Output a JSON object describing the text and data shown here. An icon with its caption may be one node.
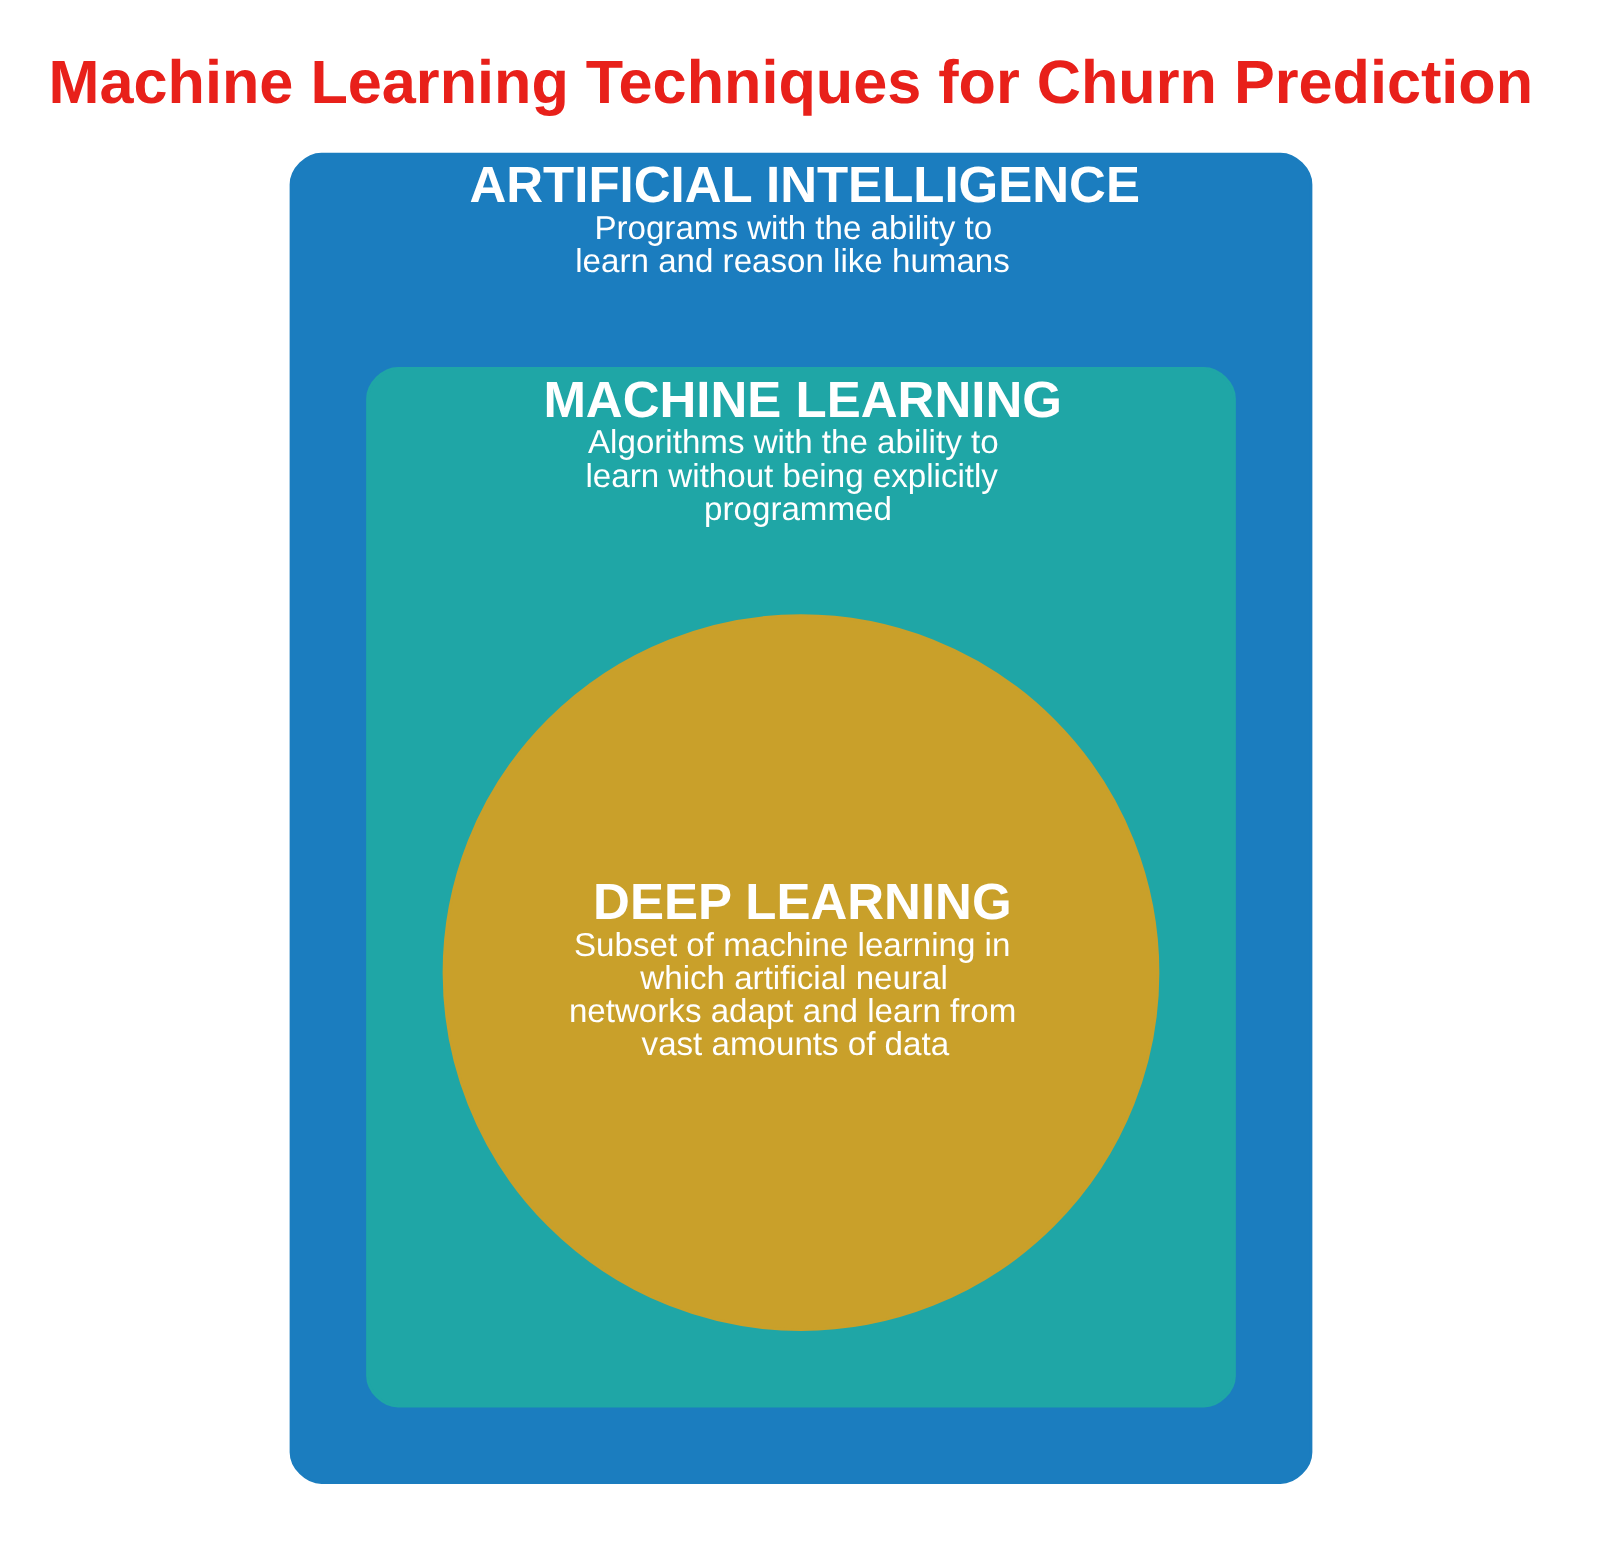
{
  "diagram": {
    "title": "Machine Learning Techniques for Churn Prediction",
    "nodes": [
      {
        "text": [
          "ARTIFICIAL INTELLIGENCE",
          "Programs with the ability to learn and reason like humans"
        ]
      },
      {
        "text": [
          "MACHINE LEARNING",
          "Algorithms with the ability to learn without being explicitly programmed"
        ],
        "in": 0
      },
      {
        "text": [
          "DEEP LEARNING",
          "Subset of machine learning in which artificial neural networks adapt and learn from vast amounts of data"
        ],
        "in": 1
      }
    ]
  }
}
